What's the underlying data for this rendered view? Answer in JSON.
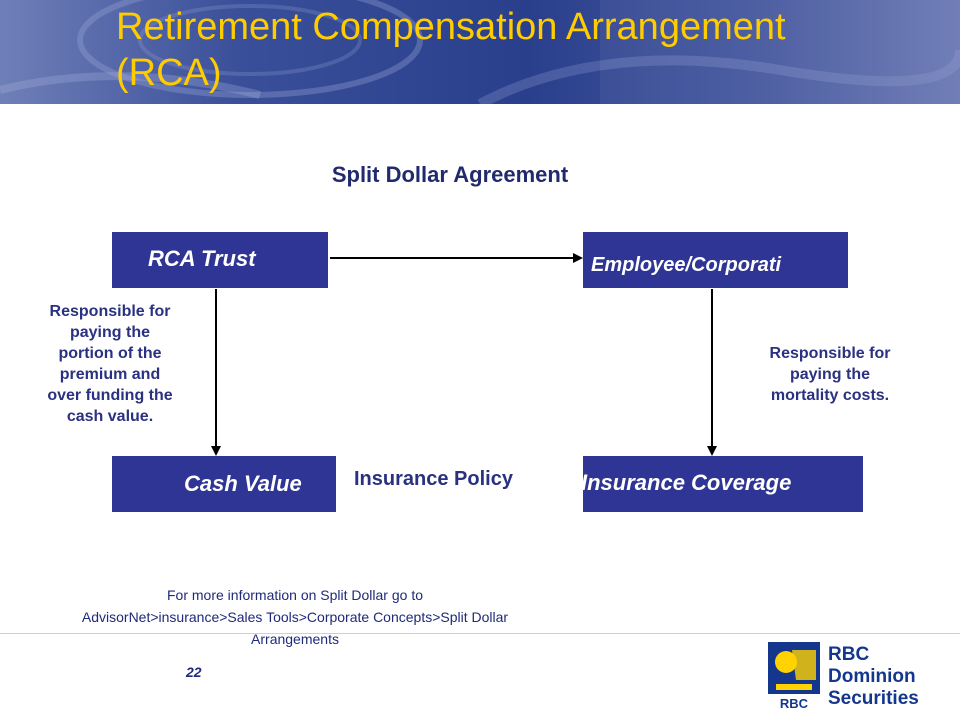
{
  "header": {
    "title_line1": "Retirement Compensation Arrangement",
    "title_line2": "(RCA)"
  },
  "diagram": {
    "subtitle": "Split Dollar Agreement",
    "nodes": {
      "rca_trust": "RCA Trust",
      "employee_corp": "Employee/Corporati",
      "cash_value": "Cash Value",
      "insurance_coverage": "Insurance Coverage"
    },
    "notes": {
      "left": [
        "Responsible for",
        "paying the",
        "portion of the",
        "premium and",
        "over funding the",
        "cash value."
      ],
      "right": [
        "Responsible for",
        "paying the",
        "mortality costs."
      ]
    },
    "policy_label": "Insurance Policy",
    "colors": {
      "box": "#2f3595",
      "title": "#ffcc00",
      "text": "#2a3180"
    }
  },
  "footer": {
    "info_line1": "For more information on Split Dollar go to",
    "info_line2": "AdvisorNet>insurance>Sales Tools>Corporate Concepts>Split Dollar",
    "info_line3": "Arrangements",
    "page_number": "22",
    "logo_lines": [
      "RBC",
      "Dominion",
      "Securities"
    ],
    "logo_mark_text": "RBC"
  }
}
